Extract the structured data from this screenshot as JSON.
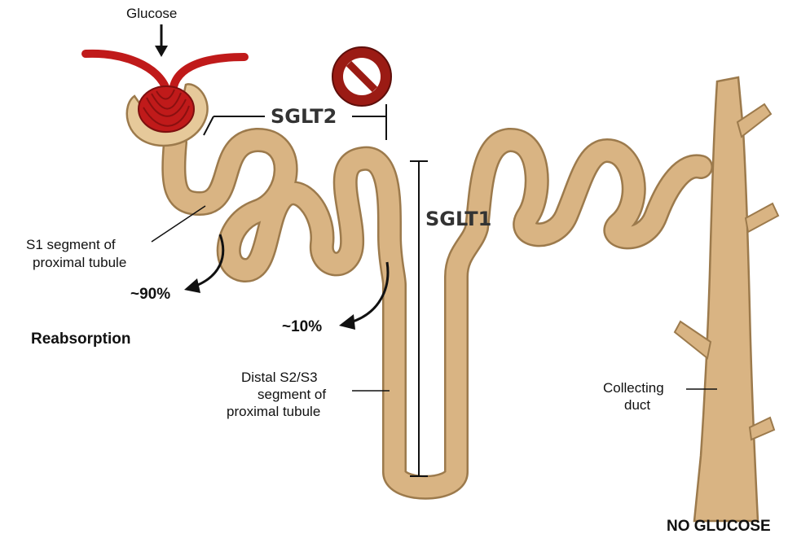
{
  "labels": {
    "glucose": "Glucose",
    "sglt2": "SGLT2",
    "sglt1": "SGLT1",
    "s1_line1": "S1 segment of",
    "s1_line2": "proximal tubule",
    "pct90": "~90%",
    "pct10": "~10%",
    "reabsorption": "Reabsorption",
    "distal_line1": "Distal S2/S3",
    "distal_line2": "segment of",
    "distal_line3": "proximal tubule",
    "collecting_line1": "Collecting",
    "collecting_line2": "duct",
    "no_glucose": "NO GLUCOSE"
  },
  "colors": {
    "tubule_fill": "#d9b483",
    "tubule_outline": "#9c7a4c",
    "capillary": "#c01a1a",
    "capsule": "#e6c99a",
    "inhibit": "#9b1b14"
  },
  "icons": {
    "inhibit": "no-entry-icon"
  }
}
